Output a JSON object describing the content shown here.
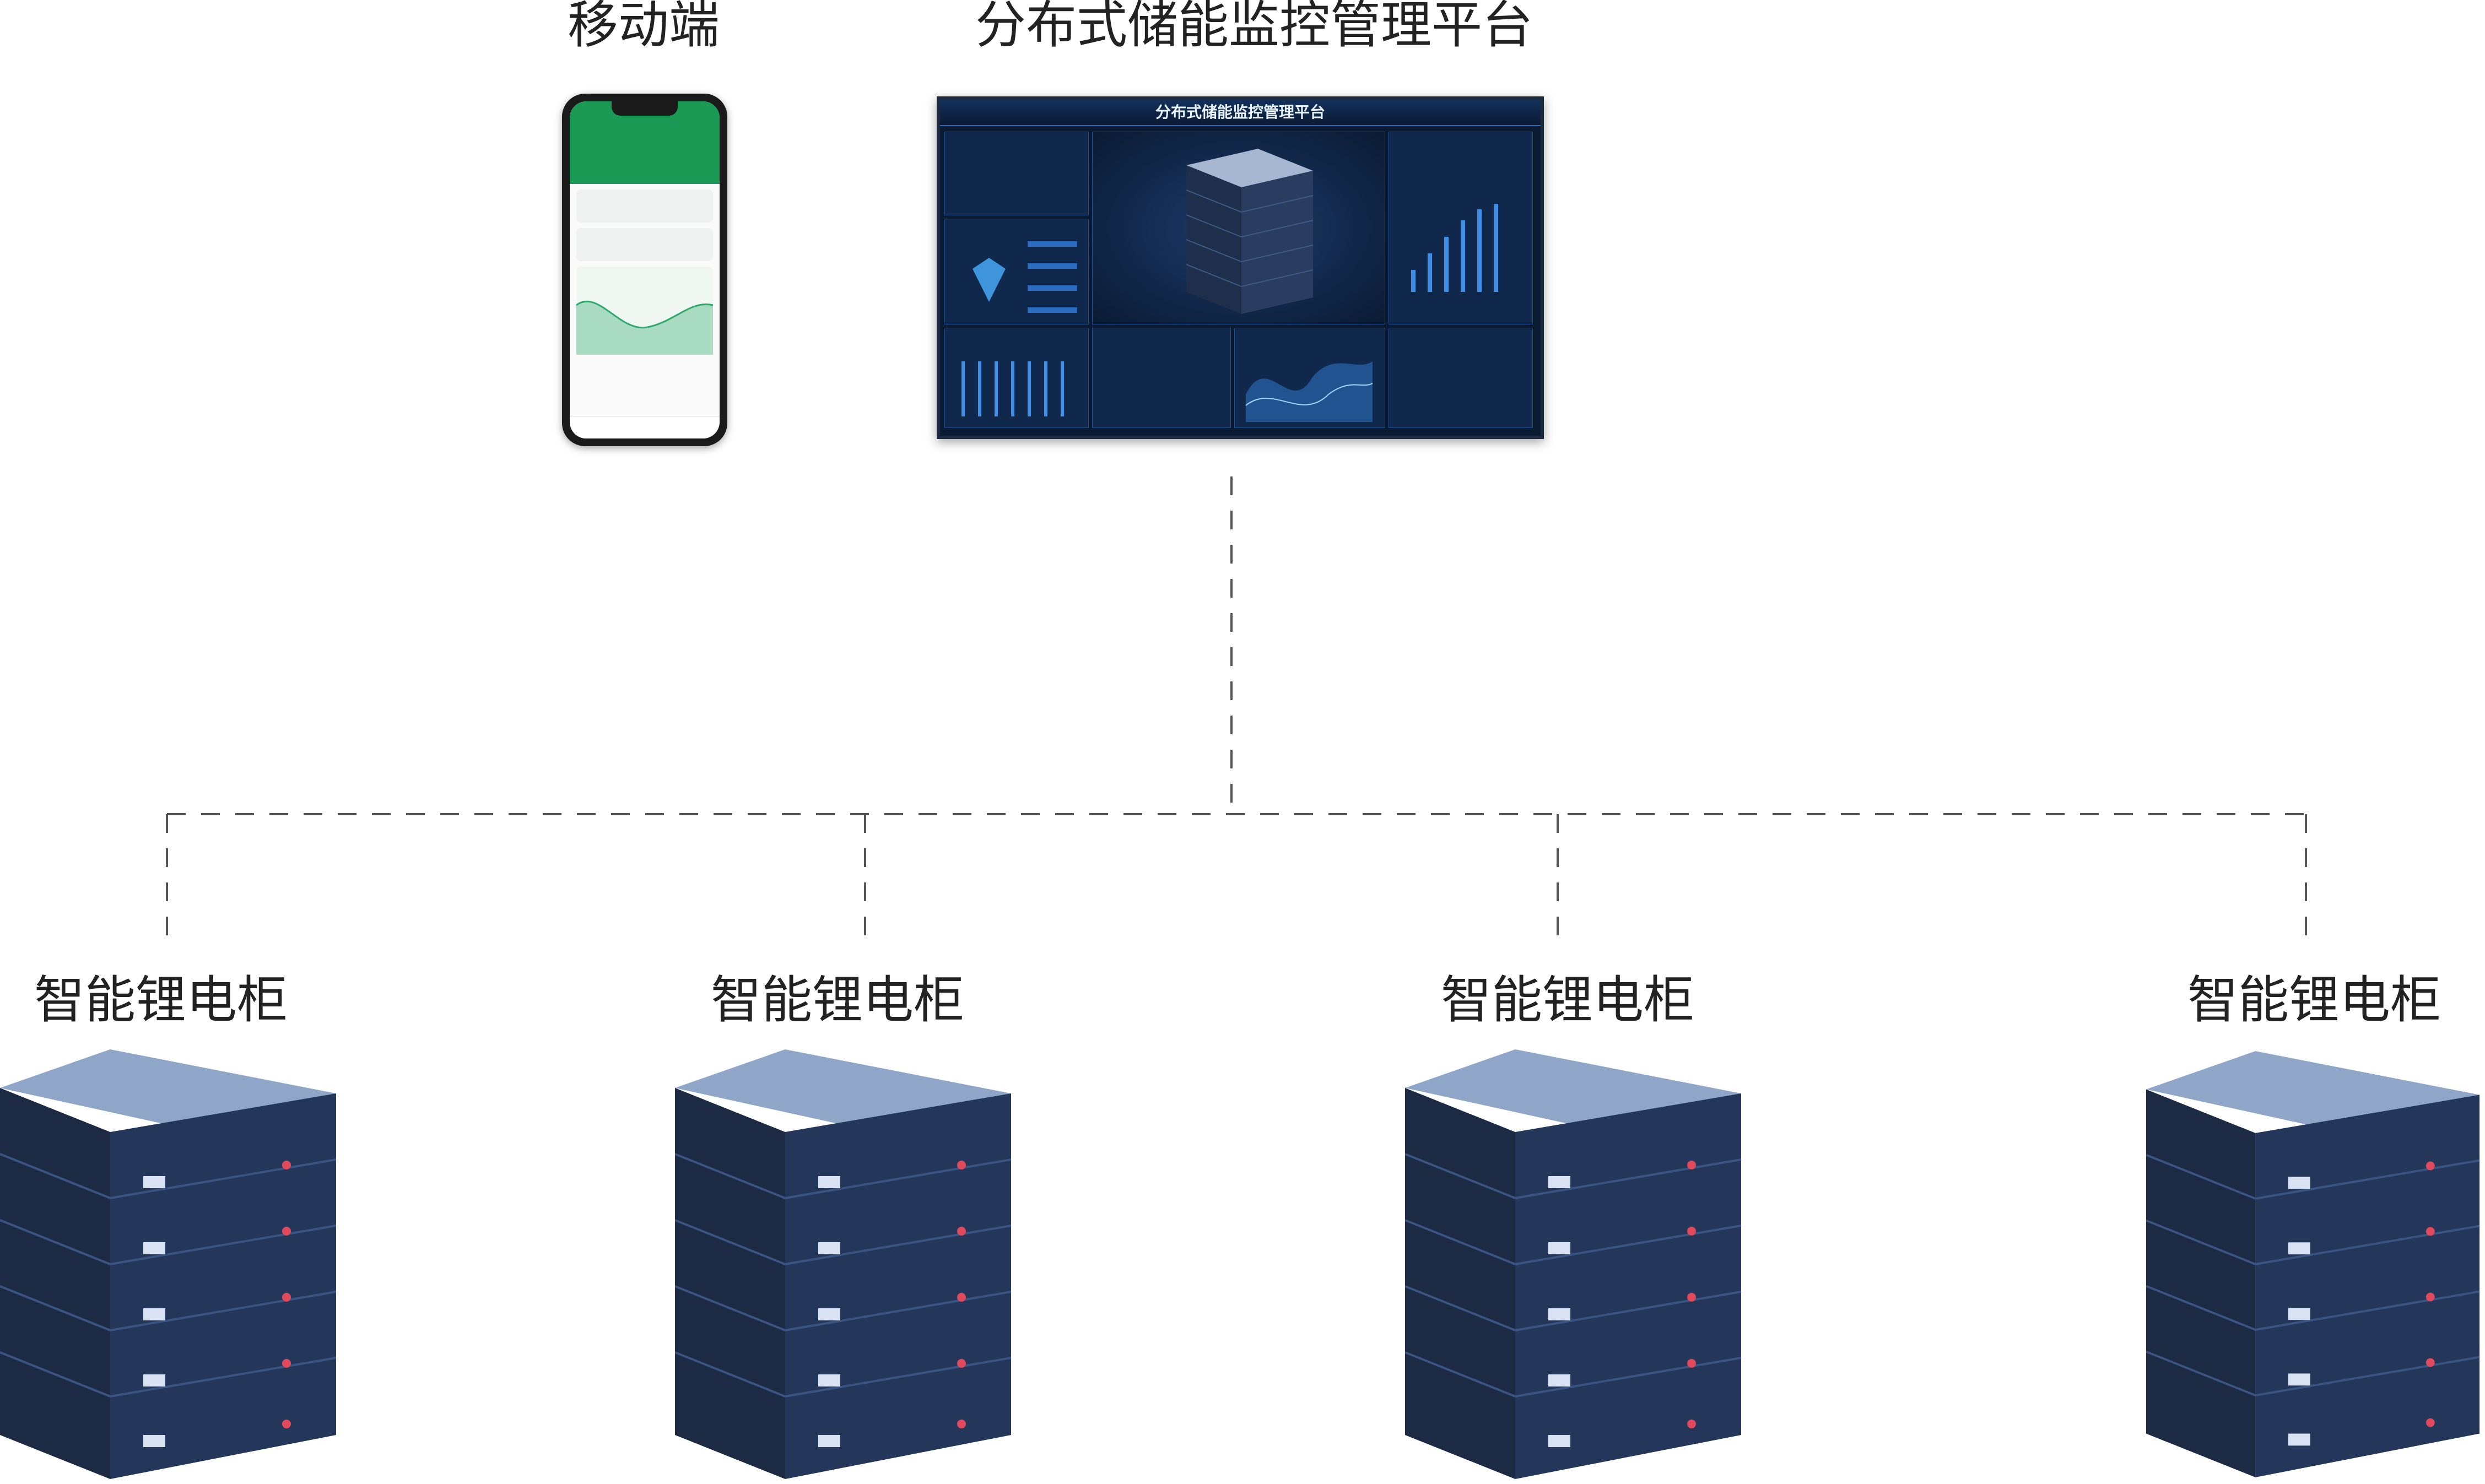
{
  "mobile_label": "移动端",
  "platform_label": "分布式储能监控管理平台",
  "dashboard_title": "分布式储能监控管理平台",
  "cabinets": [
    {
      "label": "智能锂电柜"
    },
    {
      "label": "智能锂电柜"
    },
    {
      "label": "智能锂电柜"
    },
    {
      "label": "智能锂电柜"
    }
  ],
  "colors": {
    "line": "#555555",
    "phone_accent": "#1a9a55",
    "dashboard_bg": "#0b1a33",
    "cabinet_top": "#8fa6c9",
    "cabinet_body": "#1c2a44"
  }
}
